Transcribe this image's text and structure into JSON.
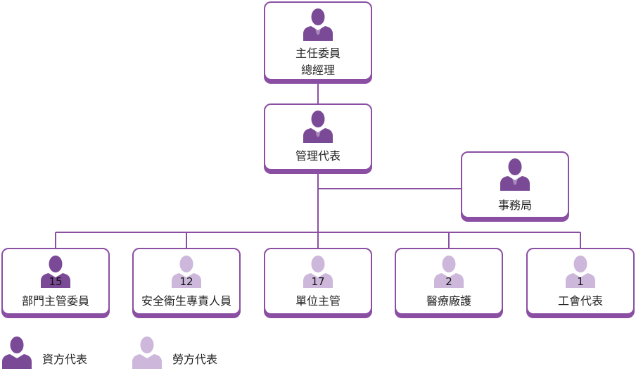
{
  "colors": {
    "capital": "#7b4a97",
    "labor": "#cdb8dc",
    "border": "#8a4fa3",
    "line": "#8a4fa3"
  },
  "top": {
    "line1": "主任委員",
    "line2": "總經理"
  },
  "mgmt": {
    "label": "管理代表"
  },
  "office": {
    "label": "事務局"
  },
  "members": [
    {
      "count": "15",
      "label": "部門主管委員",
      "side": "capital"
    },
    {
      "count": "12",
      "label": "安全衛生專責人員",
      "side": "labor"
    },
    {
      "count": "17",
      "label": "單位主管",
      "side": "labor"
    },
    {
      "count": "2",
      "label": "醫療廠護",
      "side": "labor"
    },
    {
      "count": "1",
      "label": "工會代表",
      "side": "labor"
    }
  ],
  "legend": {
    "capital": "資方代表",
    "labor": "勞方代表"
  }
}
